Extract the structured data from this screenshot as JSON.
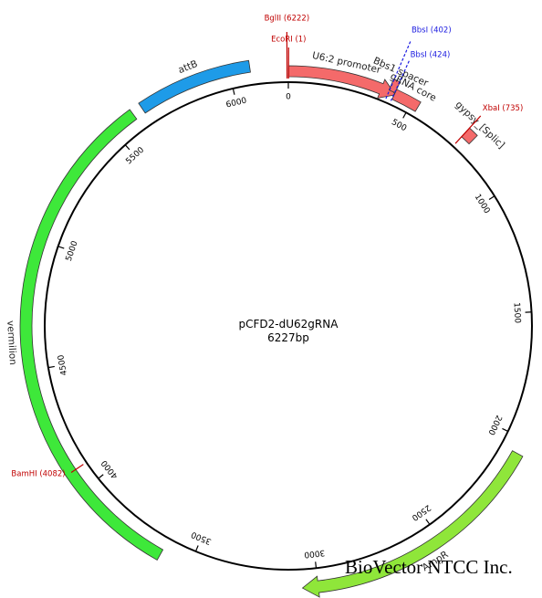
{
  "plasmid": {
    "name": "pCFD2-dU62gRNA",
    "length_label": "6227bp",
    "length": 6227
  },
  "ticks": [
    {
      "bp": 0,
      "label": "0"
    },
    {
      "bp": 500,
      "label": "500"
    },
    {
      "bp": 1000,
      "label": "1000"
    },
    {
      "bp": 1500,
      "label": "1500"
    },
    {
      "bp": 2000,
      "label": "2000"
    },
    {
      "bp": 2500,
      "label": "2500"
    },
    {
      "bp": 3000,
      "label": "3000"
    },
    {
      "bp": 3500,
      "label": "3500"
    },
    {
      "bp": 4000,
      "label": "4000"
    },
    {
      "bp": 4500,
      "label": "4500"
    },
    {
      "bp": 5000,
      "label": "5000"
    },
    {
      "bp": 5500,
      "label": "5500"
    },
    {
      "bp": 6000,
      "label": "6000"
    }
  ],
  "features": [
    {
      "id": "u6-2-promoter",
      "label": "U6:2 promoter",
      "start": 1,
      "end": 430,
      "color": "#f46a6a",
      "ring": "inner-outer",
      "direction": "forward"
    },
    {
      "id": "bbs1-spacer",
      "label": "Bbs1 spacer",
      "start": 400,
      "end": 426,
      "color": "#f46a6a",
      "ring": "outer2",
      "direction": "none"
    },
    {
      "id": "grna-core",
      "label": "gRNA core",
      "start": 426,
      "end": 530,
      "color": "#f46a6a",
      "ring": "inner-outer",
      "direction": "none"
    },
    {
      "id": "gypsy-splic",
      "label": "gypsy_[Splic]",
      "start": 735,
      "end": 775,
      "color": "#f46a6a",
      "ring": "outer2",
      "direction": "none"
    },
    {
      "id": "ampr",
      "label": "AmpR",
      "start": 2060,
      "end": 3060,
      "color": "#8fe63a",
      "ring": "outer2",
      "direction": "forward"
    },
    {
      "id": "vermilion",
      "label": "vermilion",
      "start": 3620,
      "end": 5600,
      "color": "#3ee83a",
      "ring": "outer2",
      "direction": "none"
    },
    {
      "id": "attb",
      "label": "attB",
      "start": 5640,
      "end": 6080,
      "color": "#1e9be8",
      "ring": "outer2",
      "direction": "none"
    }
  ],
  "sites": [
    {
      "id": "bglii",
      "label": "BglII (6222)",
      "bp": 6222,
      "color": "#c00000"
    },
    {
      "id": "ecori",
      "label": "EcoRI (1)",
      "bp": 1,
      "color": "#c00000"
    },
    {
      "id": "bbsi-402",
      "label": "BbsI (402)",
      "bp": 402,
      "color": "#1a1ae0"
    },
    {
      "id": "bbsi-424",
      "label": "BbsI (424)",
      "bp": 424,
      "color": "#1a1ae0"
    },
    {
      "id": "xbai",
      "label": "XbaI (735)",
      "bp": 735,
      "color": "#c00000"
    },
    {
      "id": "bamhi",
      "label": "BamHI (4082)",
      "bp": 4082,
      "color": "#c00000"
    }
  ],
  "footer": {
    "text": "BioVector NTCC Inc."
  }
}
